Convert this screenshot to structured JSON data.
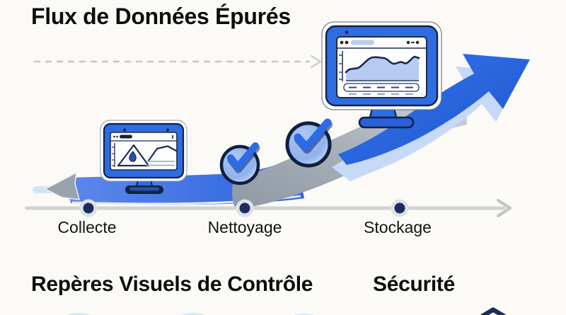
{
  "title": "Flux de Données Épurés",
  "flow": {
    "steps": [
      {
        "label": "Collecte"
      },
      {
        "label": "Nettoyage"
      },
      {
        "label": "Stockage"
      }
    ]
  },
  "headings": {
    "left": "Repères Visuels de Contrôle",
    "right": "Sécurité"
  },
  "icons": {
    "left_pointer": "gray-left-arrowhead-icon",
    "growth_arrow": "blue-growth-arrow-icon",
    "monitor_small": "monitor-line-chart-icon",
    "monitor_large": "monitor-area-chart-icon",
    "checkmarks": "check-circle-icon",
    "dashed_flow": "dashed-arrow-line-icon",
    "shield": "shield-icon"
  },
  "colors": {
    "primary_blue": "#2e6ce2",
    "deep_blue": "#1d55d2",
    "navy": "#14233f",
    "dot_navy": "#1b2d5e",
    "light_blue": "#b9cdf1",
    "pale_blue": "#cfe2f6",
    "band_gray": "#9aa3ac",
    "timeline_gray": "#d2d2d2",
    "text_black": "#111111",
    "background": "#fbfaf7"
  }
}
